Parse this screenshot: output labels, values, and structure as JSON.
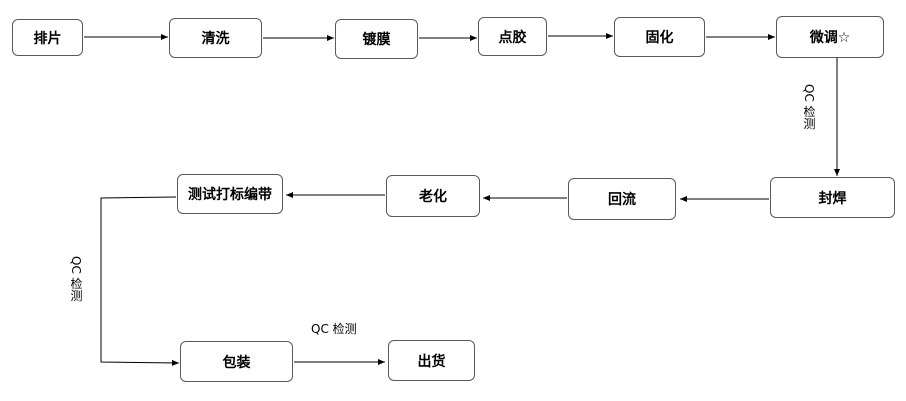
{
  "steps": {
    "pailian": "排片",
    "qingxi": "清洗",
    "dumo": "镀膜",
    "dianjiao": "点胶",
    "guhua": "固化",
    "weitiao": "微调☆",
    "fenghan": "封焊",
    "huiliu": "回流",
    "laohua": "老化",
    "ceshi": "测试打标编带",
    "baozhuang": "包装",
    "chuhuo": "出货"
  },
  "labels": {
    "qc_right": "QC 检测",
    "qc_left": "QC 检测",
    "qc_bottom": "QC 检测"
  },
  "colors": {
    "line": "#000000",
    "border": "#595959"
  }
}
